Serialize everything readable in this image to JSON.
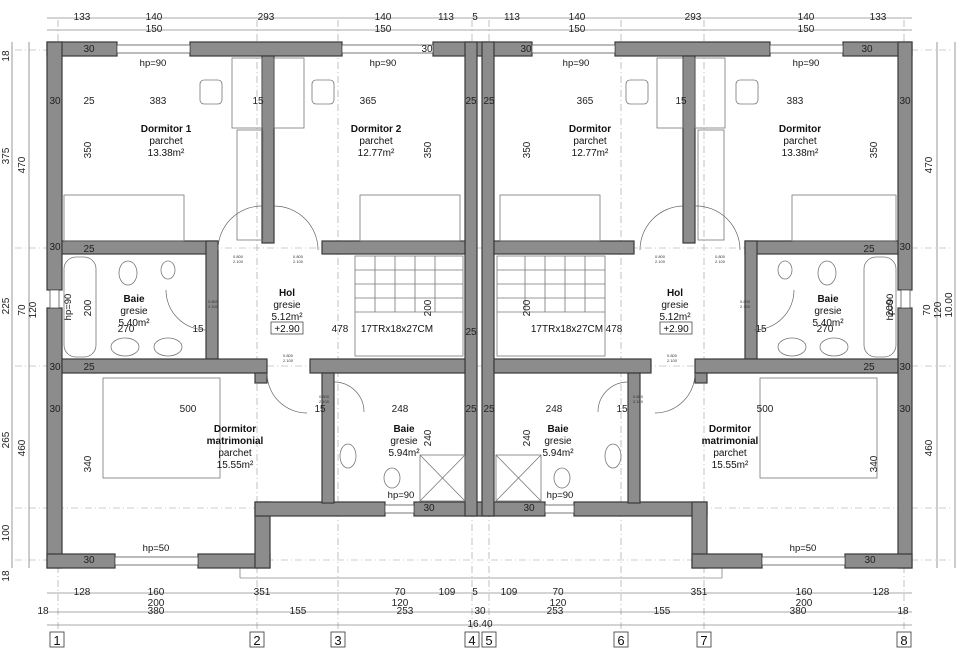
{
  "rooms": [
    {
      "id": "dormitor-1",
      "name": "Dormitor 1",
      "finish": "parchet",
      "area": "13.38m²"
    },
    {
      "id": "dormitor-2",
      "name": "Dormitor 2",
      "finish": "parchet",
      "area": "12.77m²"
    },
    {
      "id": "dormitor-r1",
      "name": "Dormitor",
      "finish": "parchet",
      "area": "12.77m²"
    },
    {
      "id": "dormitor-r2",
      "name": "Dormitor",
      "finish": "parchet",
      "area": "13.38m²"
    },
    {
      "id": "baie-left",
      "name": "Baie",
      "finish": "gresie",
      "area": "5.40m²"
    },
    {
      "id": "hol-left",
      "name": "Hol",
      "finish": "gresie",
      "area": "5.12m²"
    },
    {
      "id": "hol-right",
      "name": "Hol",
      "finish": "gresie",
      "area": "5.12m²"
    },
    {
      "id": "baie-right",
      "name": "Baie",
      "finish": "gresie",
      "area": "5.40m²"
    },
    {
      "id": "matrimonial-left",
      "name": "Dormitor",
      "name2": "matrimonial",
      "finish": "parchet",
      "area": "15.55m²"
    },
    {
      "id": "baie-mid-left",
      "name": "Baie",
      "finish": "gresie",
      "area": "5.94m²"
    },
    {
      "id": "baie-mid-right",
      "name": "Baie",
      "finish": "gresie",
      "area": "5.94m²"
    },
    {
      "id": "matrimonial-right",
      "name": "Dormitor",
      "name2": "matrimonial",
      "finish": "parchet",
      "area": "15.55m²"
    }
  ],
  "levels": [
    "+2.90",
    "+2.90"
  ],
  "stairs": [
    "17TRx18x27CM",
    "17TRx18x27CM"
  ],
  "windows": [
    "hp=90",
    "hp=90",
    "hp=90",
    "hp=90",
    "hp=90",
    "hp=90",
    "hp=90",
    "hp=90",
    "hp=50",
    "hp=50"
  ],
  "dims_top_row1": [
    "133",
    "140",
    "293",
    "140",
    "113",
    "5",
    "113",
    "140",
    "293",
    "140",
    "133"
  ],
  "dims_top_row2": [
    "150",
    "150",
    "150",
    "150"
  ],
  "dims_bottom_row1": [
    "128",
    "160",
    "351",
    "70",
    "109",
    "5",
    "109",
    "70",
    "351",
    "160",
    "128"
  ],
  "dims_bottom_row2": [
    "200",
    "120",
    "120",
    "200"
  ],
  "dims_bottom_row3": [
    "18",
    "380",
    "155",
    "253",
    "30",
    "253",
    "155",
    "380",
    "18"
  ],
  "dim_total_bottom": "16.40",
  "dims_left_outer": [
    "18",
    "375",
    "225",
    "265",
    "100",
    "18"
  ],
  "dims_left_inner": [
    "470",
    "70",
    "120",
    "460"
  ],
  "dims_right_outer": [
    "470",
    "70",
    "120",
    "460"
  ],
  "dim_total_right": "10.00",
  "interior_dims": [
    "30",
    "30",
    "30",
    "30",
    "30",
    "30",
    "30",
    "30",
    "383",
    "365",
    "365",
    "383",
    "15",
    "15",
    "350",
    "350",
    "350",
    "350",
    "25",
    "25",
    "25",
    "25",
    "25",
    "25",
    "25",
    "25",
    "25",
    "25",
    "200",
    "200",
    "200",
    "200",
    "270",
    "270",
    "15",
    "15",
    "478",
    "478",
    "500",
    "500",
    "15",
    "15",
    "248",
    "248",
    "240",
    "240",
    "340",
    "340",
    "30",
    "30",
    "30",
    "30",
    "30",
    "30",
    "30",
    "30"
  ],
  "axes": [
    "1",
    "2",
    "3",
    "4",
    "5",
    "6",
    "7",
    "8"
  ]
}
